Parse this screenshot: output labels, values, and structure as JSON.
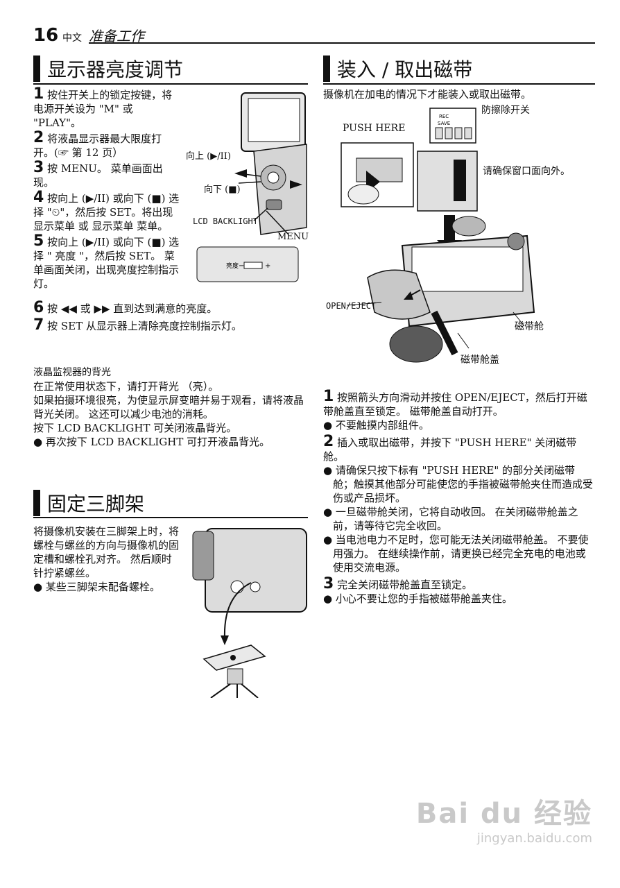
{
  "header": {
    "page_number": "16",
    "language": "中文",
    "section": "准备工作"
  },
  "s1": {
    "title": "显示器亮度调节",
    "step1_num": "1",
    "step1": "按住开关上的锁定按键，将电源开关设为 \"M\" 或 \"PLAY\"。",
    "step2_num": "2",
    "step2": "将液晶显示器最大限度打开。(☞ 第 12 页）",
    "step3_num": "3",
    "step3": "按 MENU。 菜单画面出现。",
    "step4_num": "4",
    "step4": "按向上 (▶/II) 或向下 (■) 选择 \"⏲\"，然后按 SET。将出现 显示菜单 或 显示菜单 菜单。",
    "step5_num": "5",
    "step5": "按向上 (▶/II) 或向下 (■) 选择 \" 亮度 \"，然后按 SET。 菜单画面关闭，出现亮度控制指示灯。",
    "step6_num": "6",
    "step6": "按 ◀◀ 或 ▶▶ 直到达到满意的亮度。",
    "step7_num": "7",
    "step7": "按 SET 从显示器上清除亮度控制指示灯。",
    "fig_up": "向上 (▶/II)",
    "fig_down": "向下 (■)",
    "fig_backlight": "LCD BACKLIGHT",
    "fig_menu": "MENU",
    "fig_brightness": "亮度",
    "fig_minus": "−",
    "fig_plus": "+",
    "sub_title": "液晶监视器的背光",
    "sub_p1": "在正常使用状态下，请打开背光 （亮）。",
    "sub_p2": "如果拍摄环境很亮，为使显示屏变暗并易于观看，请将液晶背光关闭。 这还可以减少电池的消耗。",
    "sub_p3": "按下 LCD BACKLIGHT 可关闭液晶背光。",
    "sub_b1": "● 再次按下 LCD BACKLIGHT 可打开液晶背光。"
  },
  "s2": {
    "title": "固定三脚架",
    "p1": "将摄像机安装在三脚架上时，将螺栓与螺丝的方向与摄像机的固定槽和螺栓孔对齐。 然后顺时针拧紧螺丝。",
    "b1": "● 某些三脚架未配备螺栓。"
  },
  "s3": {
    "title": "装入 / 取出磁带",
    "intro": "摄像机在加电的情况下才能装入或取出磁带。",
    "fig_erase": "防擦除开关",
    "fig_push": "PUSH HERE",
    "fig_window": "请确保窗口面向外。",
    "fig_open": "OPEN/EJECT",
    "fig_holder": "磁带舱",
    "fig_cover": "磁带舱盖",
    "fig_rec": "REC",
    "fig_save": "SAVE",
    "step1_num": "1",
    "step1": "按照箭头方向滑动并按住 OPEN/EJECT，然后打开磁带舱盖直至锁定。 磁带舱盖自动打开。",
    "b1": "● 不要触摸内部组件。",
    "step2_num": "2",
    "step2": "插入或取出磁带，并按下 \"PUSH HERE\" 关闭磁带舱。",
    "b2": "● 请确保只按下标有 \"PUSH HERE\" 的部分关闭磁带舱；触摸其他部分可能使您的手指被磁带舱夹住而造成受伤或产品损坏。",
    "b3": "● 一旦磁带舱关闭，它将自动收回。 在关闭磁带舱盖之前，请等待它完全收回。",
    "b4": "● 当电池电力不足时，您可能无法关闭磁带舱盖。 不要使用强力。 在继续操作前，请更换已经完全充电的电池或使用交流电源。",
    "step3_num": "3",
    "step3": "完全关闭磁带舱盖直至锁定。",
    "b5": "● 小心不要让您的手指被磁带舱盖夹住。"
  },
  "watermark": {
    "brand": "Bai du 经验",
    "url": "jingyan.baidu.com"
  }
}
